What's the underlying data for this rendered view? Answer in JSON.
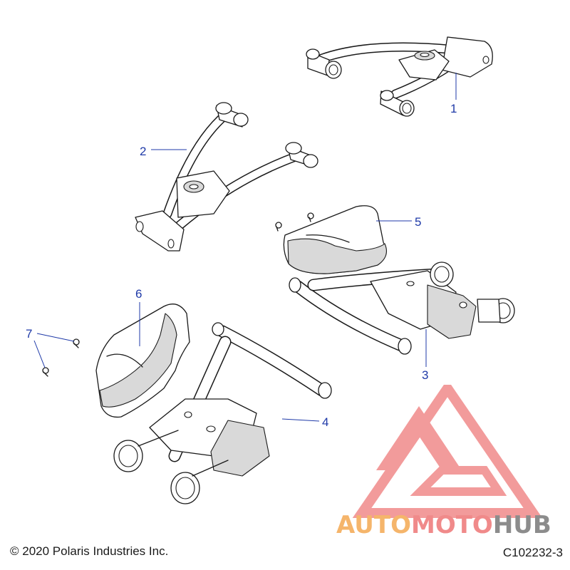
{
  "callouts": [
    {
      "id": "c1",
      "text": "1"
    },
    {
      "id": "c2",
      "text": "2"
    },
    {
      "id": "c3",
      "text": "3"
    },
    {
      "id": "c4",
      "text": "4"
    },
    {
      "id": "c5",
      "text": "5"
    },
    {
      "id": "c6",
      "text": "6"
    },
    {
      "id": "c7",
      "text": "7"
    }
  ],
  "footer": {
    "copyright": "© 2020 Polaris Industries Inc.",
    "drawing_id": "C102232-3"
  },
  "watermark": {
    "part1": "AUTO",
    "part2": "MOTO",
    "part3": "HUB",
    "colors": {
      "logo": "#f08a8a",
      "auto": "#f5b56b",
      "moto": "#f08a8a",
      "hub": "#8c8c8c"
    }
  },
  "colors": {
    "callout": "#1f3aa8",
    "line": "#1a1a1a"
  }
}
